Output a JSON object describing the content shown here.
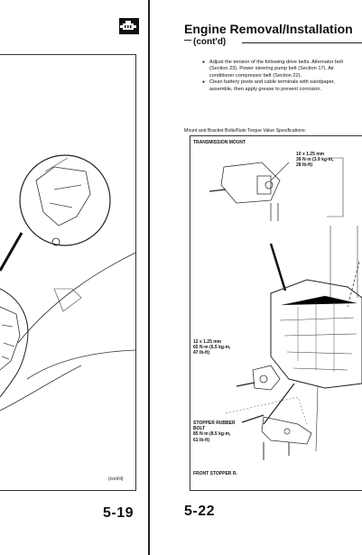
{
  "left_page": {
    "page_number": "5-19",
    "cont_note": "(cont'd)",
    "engine_icon": "engine-icon"
  },
  "right_page": {
    "title": "Engine Removal/Installation",
    "subtitle": "(cont'd)",
    "page_number": "5-22",
    "bullets": [
      "Adjust the tension of the following drive belts. Alternator belt (Section 23). Power steering pump belt (Section 17). Air conditioner compressor belt (Section 22).",
      "Clean battery posts and cable terminals with sandpaper, assemble, then apply grease to prevent corrosion."
    ],
    "torque_heading": "Mount and Bracket Bolts/Nuts Torque Value Specifications:",
    "labels": {
      "transmission_mount": "TRANSMISSION MOUNT",
      "spec_top": "10 x 1.25 mm\n39 N·m (3.9 kg-m,\n28 lb-ft)",
      "spec_mid": "12 x 1.25 mm\n65 N·m (6.5 kg-m,\n47 lb-ft)",
      "stopper_bolt": "STOPPER RUBBER\nBOLT\n85 N·m (8.5 kg-m,\n61 lb-ft)",
      "front_stopper": "FRONT STOPPER R."
    }
  }
}
